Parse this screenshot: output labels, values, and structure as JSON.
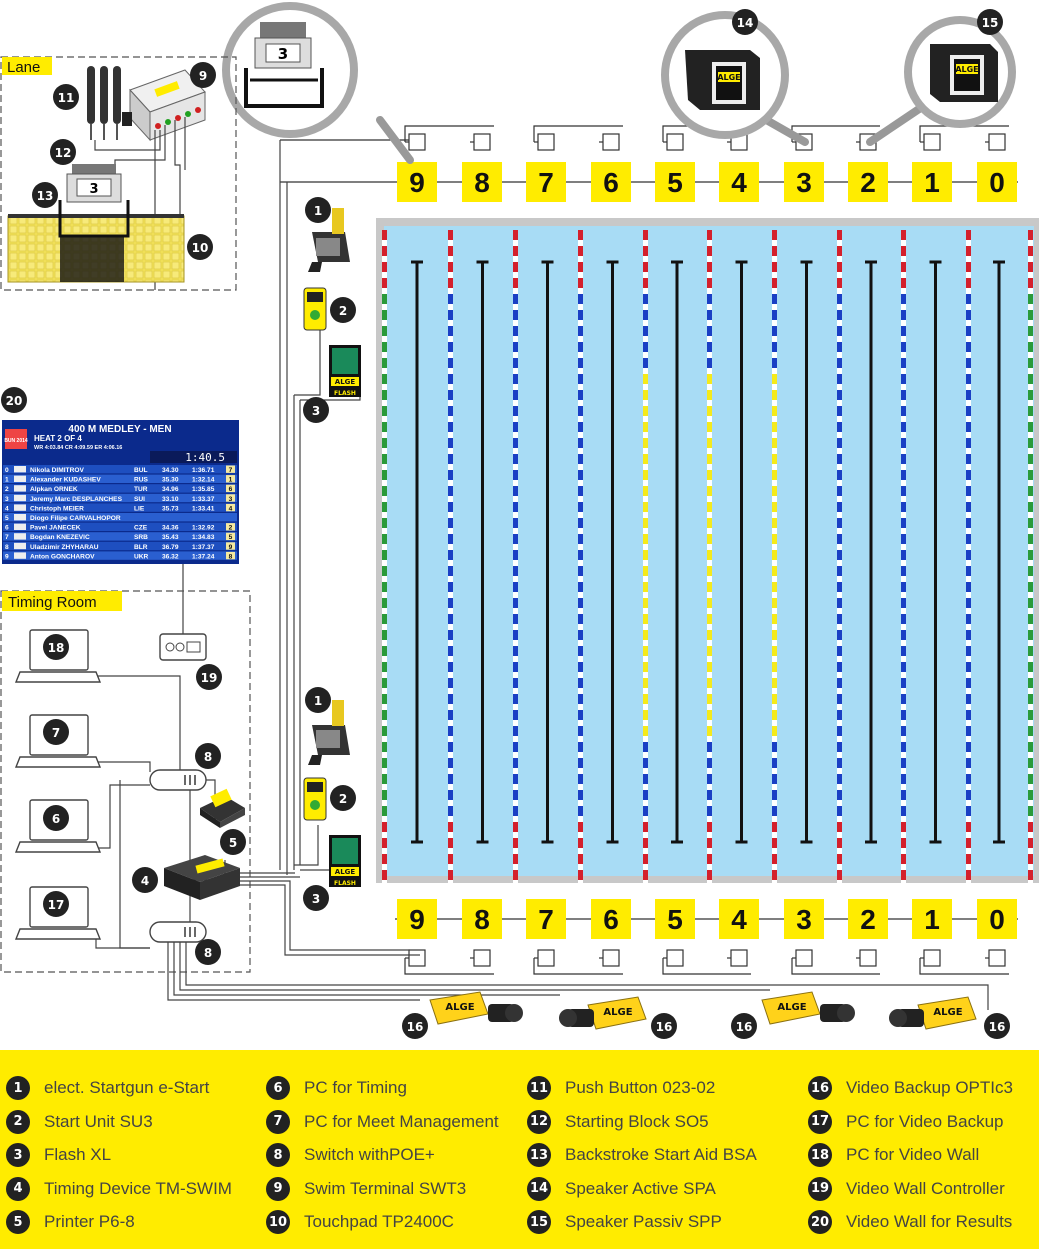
{
  "groups": {
    "lane": "Lane",
    "timing_room": "Timing Room"
  },
  "lane_numbers": [
    "9",
    "8",
    "7",
    "6",
    "5",
    "4",
    "3",
    "2",
    "1",
    "0"
  ],
  "block_digit": "3",
  "brand": "ALGE",
  "flash_label": "FLASH",
  "callouts": {
    "c1": "1",
    "c2": "2",
    "c3": "3",
    "c4": "4",
    "c5": "5",
    "c6": "6",
    "c7": "7",
    "c8": "8",
    "c9": "9",
    "c10": "10",
    "c11": "11",
    "c12": "12",
    "c13": "13",
    "c14": "14",
    "c15": "15",
    "c16": "16",
    "c17": "17",
    "c18": "18",
    "c19": "19",
    "c20": "20"
  },
  "video_wall": {
    "title": "400 M MEDLEY - MEN",
    "heat": "HEAT 2 OF 4",
    "records": "WR 4:03.84   CR 4:09.59   ER 4:06.16",
    "logo": "BUN 2014",
    "clock": "1:40.5",
    "rows": [
      {
        "lane": "0",
        "name": "Nikola DIMITROV",
        "nat": "BUL",
        "split": "34.30",
        "time": "1:36.71",
        "place": "7"
      },
      {
        "lane": "1",
        "name": "Alexander KUDASHEV",
        "nat": "RUS",
        "split": "35.30",
        "time": "1:32.14",
        "place": "1"
      },
      {
        "lane": "2",
        "name": "Alpkan ORNEK",
        "nat": "TUR",
        "split": "34.96",
        "time": "1:35.85",
        "place": "6"
      },
      {
        "lane": "3",
        "name": "Jeremy Marc DESPLANCHES",
        "nat": "SUI",
        "split": "33.10",
        "time": "1:33.37",
        "place": "3"
      },
      {
        "lane": "4",
        "name": "Christoph MEIER",
        "nat": "LIE",
        "split": "35.73",
        "time": "1:33.41",
        "place": "4"
      },
      {
        "lane": "5",
        "name": "Diogo Filipe CARVALHOPOR",
        "nat": "",
        "split": "",
        "time": "",
        "place": ""
      },
      {
        "lane": "6",
        "name": "Pavel JANECEK",
        "nat": "CZE",
        "split": "34.36",
        "time": "1:32.92",
        "place": "2"
      },
      {
        "lane": "7",
        "name": "Bogdan KNEZEVIC",
        "nat": "SRB",
        "split": "35.43",
        "time": "1:34.83",
        "place": "5"
      },
      {
        "lane": "8",
        "name": "Uladzimir ZHYHARAU",
        "nat": "BLR",
        "split": "36.79",
        "time": "1:37.37",
        "place": "9"
      },
      {
        "lane": "9",
        "name": "Anton GONCHAROV",
        "nat": "UKR",
        "split": "36.32",
        "time": "1:37.24",
        "place": "8"
      }
    ]
  },
  "legend": [
    {
      "num": "1",
      "label": "elect. Startgun e-Start"
    },
    {
      "num": "2",
      "label": "Start Unit SU3"
    },
    {
      "num": "3",
      "label": "Flash XL"
    },
    {
      "num": "4",
      "label": "Timing Device TM-SWIM"
    },
    {
      "num": "5",
      "label": "Printer P6-8"
    },
    {
      "num": "6",
      "label": "PC for Timing"
    },
    {
      "num": "7",
      "label": "PC for Meet Management"
    },
    {
      "num": "8",
      "label": "Switch withPOE+"
    },
    {
      "num": "9",
      "label": "Swim Terminal SWT3"
    },
    {
      "num": "10",
      "label": "Touchpad TP2400C"
    },
    {
      "num": "11",
      "label": "Push Button 023-02"
    },
    {
      "num": "12",
      "label": "Starting Block SO5"
    },
    {
      "num": "13",
      "label": "Backstroke Start Aid BSA"
    },
    {
      "num": "14",
      "label": "Speaker Active SPA"
    },
    {
      "num": "15",
      "label": "Speaker Passiv SPP"
    },
    {
      "num": "16",
      "label": "Video Backup OPTIc3"
    },
    {
      "num": "17",
      "label": "PC for Video Backup"
    },
    {
      "num": "18",
      "label": "PC for Video Wall"
    },
    {
      "num": "19",
      "label": "Video Wall Controller"
    },
    {
      "num": "20",
      "label": "Video Wall for Results"
    }
  ],
  "colors": {
    "accent_yellow": "#ffec00",
    "pool_water": "#a8dcf5",
    "pool_deck": "#c8c8c8",
    "rope_red": "#d4202c",
    "rope_blue": "#1a3fc4",
    "rope_green": "#2a9a3a",
    "rope_yellow": "#f4ea1c",
    "callout_dark": "#222222",
    "vw_blue": "#0b2a8c",
    "vw_row": "#1e4fc0"
  }
}
